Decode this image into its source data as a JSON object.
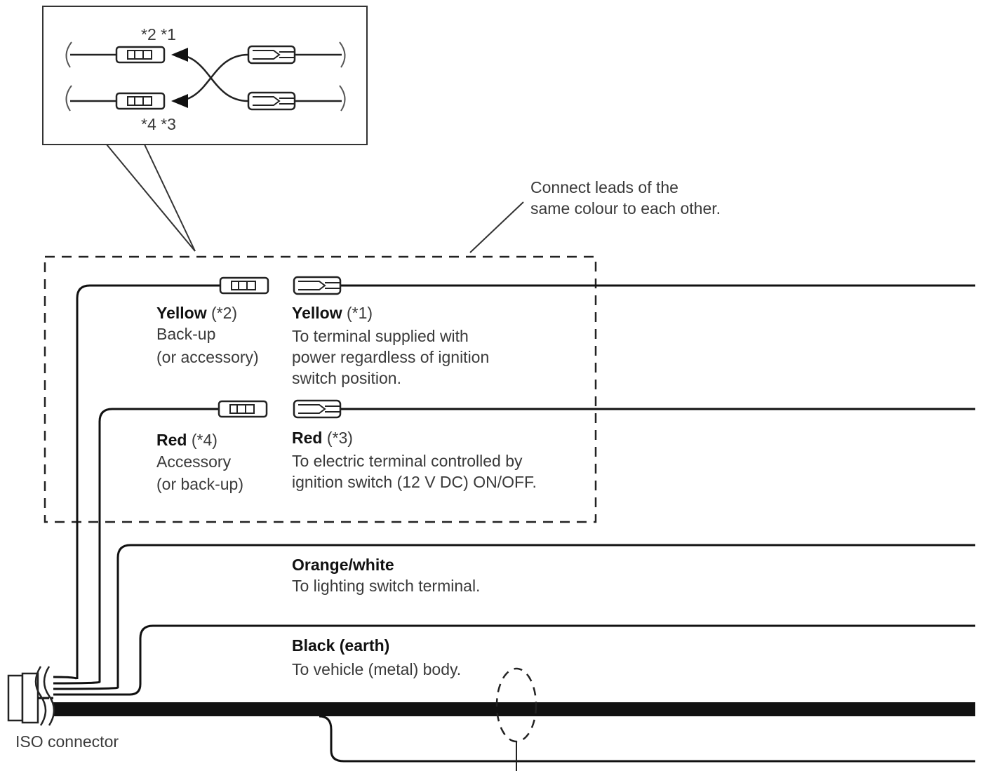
{
  "inset": {
    "top_refs": "*2 *1",
    "bottom_refs": "*4 *3"
  },
  "note": {
    "line1": "Connect leads of the",
    "line2": "same colour to each other."
  },
  "leads": {
    "yellow_left": {
      "name": "Yellow",
      "ref": "(*2)",
      "desc1": "Back-up",
      "desc2": "(or accessory)"
    },
    "yellow_right": {
      "name": "Yellow",
      "ref": "(*1)",
      "desc1": "To terminal supplied with",
      "desc2": "power regardless of ignition",
      "desc3": "switch position."
    },
    "red_left": {
      "name": "Red",
      "ref": "(*4)",
      "desc1": "Accessory",
      "desc2": "(or back-up)"
    },
    "red_right": {
      "name": "Red",
      "ref": "(*3)",
      "desc1": "To electric terminal controlled by",
      "desc2": "ignition switch (12 V DC) ON/OFF."
    },
    "orange": {
      "name": "Orange/white",
      "desc1": "To lighting switch terminal."
    },
    "black": {
      "name": "Black (earth)",
      "desc1": "To vehicle (metal) body."
    }
  },
  "connector": {
    "label": "ISO connector"
  }
}
